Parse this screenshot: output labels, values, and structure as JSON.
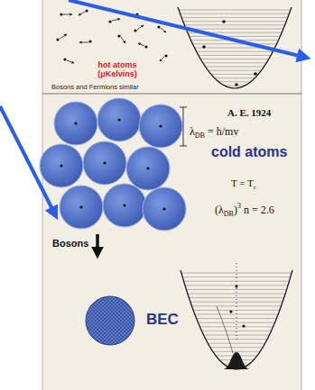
{
  "diagram": {
    "labels": [
      "hot atoms (μKelvins)",
      "Bosons and Fermions similar",
      "A. E. 1924",
      "λ",
      "DB",
      "= h/mv",
      "cold atoms",
      "T = T",
      "c",
      "(λ",
      "DB",
      ")",
      "3",
      "n = 2.6",
      "Bosons",
      "BEC"
    ]
  }
}
